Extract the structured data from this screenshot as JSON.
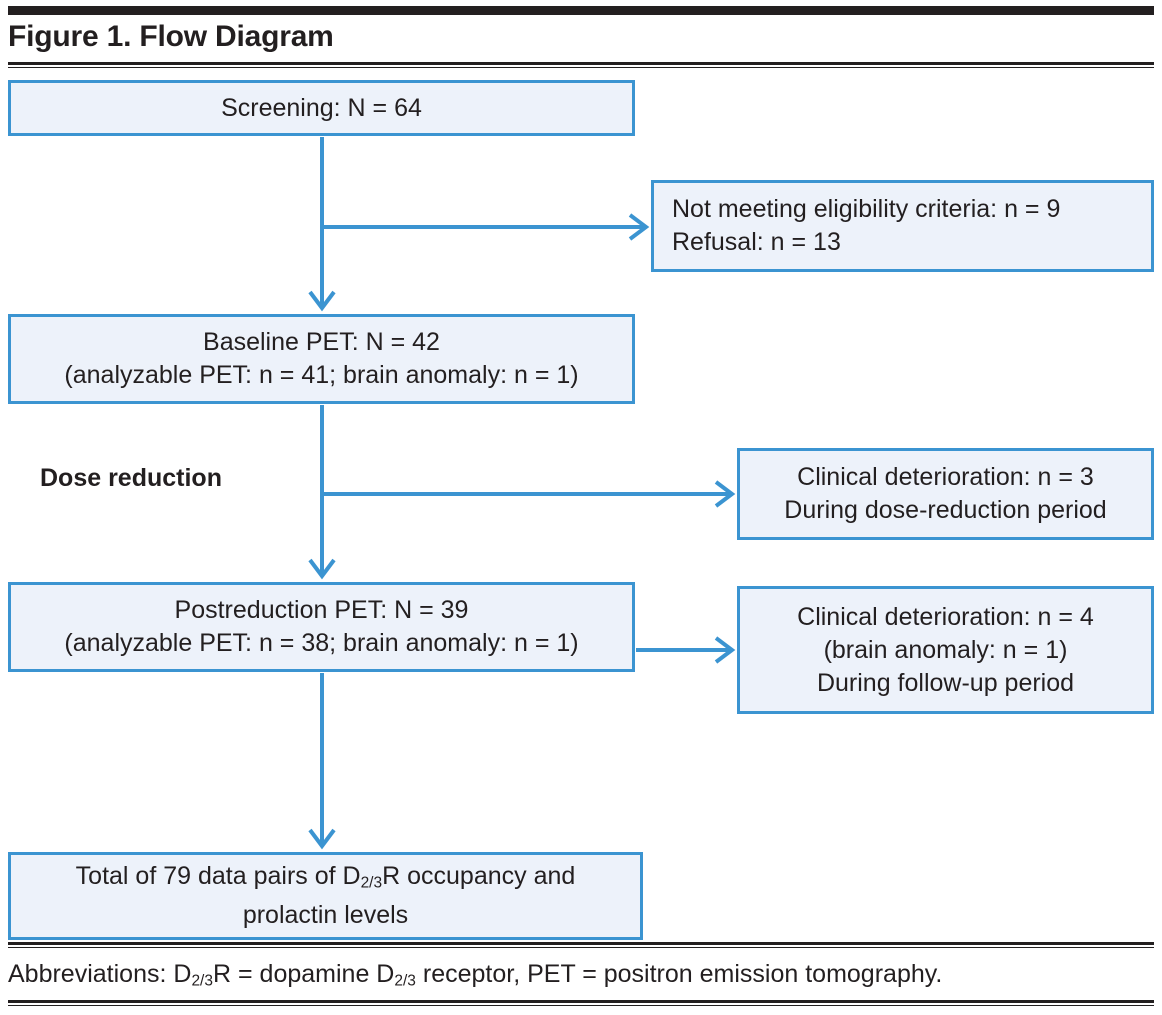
{
  "figure": {
    "title": "Figure 1. Flow Diagram",
    "abbreviations": "Abbreviations: D2/3R = dopamine D2/3 receptor, PET = positron emission tomography."
  },
  "theme": {
    "box_border": "#3b94d1",
    "box_fill": "#edf2fa",
    "connector": "#3b94d1",
    "rule": "#231f20",
    "text": "#231f20"
  },
  "flow": {
    "screening": {
      "name": "Screening",
      "lines": [
        "Screening: N = 64"
      ]
    },
    "exclusion": {
      "name": "Exclusions after screening",
      "lines": [
        "Not meeting eligibility criteria: n = 9",
        "Refusal: n = 13"
      ]
    },
    "baseline": {
      "name": "Baseline PET",
      "lines": [
        "Baseline PET: N =  42",
        "(analyzable PET: n = 41; brain anomaly: n  = 1)"
      ]
    },
    "dose_reduction_label": "Dose reduction",
    "clinical_dose_reduction": {
      "name": "Clinical deterioration during dose reduction",
      "lines": [
        "Clinical deterioration: n = 3",
        "During dose-reduction period"
      ]
    },
    "postreduction": {
      "name": "Postreduction PET",
      "lines": [
        "Postreduction PET: N = 39",
        "(analyzable PET: n = 38; brain anomaly: n  = 1)"
      ]
    },
    "clinical_followup": {
      "name": "Clinical deterioration during follow-up",
      "lines": [
        "Clinical deterioration: n = 4",
        "(brain anomaly: n = 1)",
        "During follow-up  period"
      ]
    },
    "total": {
      "name": "Total data pairs",
      "line1_pre": "Total of 79 data pairs of D",
      "line1_sub": "2/3",
      "line1_post": "R occupancy and",
      "line2": "prolactin levels"
    }
  },
  "counts": {
    "screened": 64,
    "not_meeting_eligibility": 9,
    "refusal": 13,
    "baseline_pet": 42,
    "baseline_analyzable": 41,
    "baseline_brain_anomaly": 1,
    "clinical_deterioration_dose_reduction": 3,
    "postreduction_pet": 39,
    "postreduction_analyzable": 38,
    "postreduction_brain_anomaly": 1,
    "clinical_deterioration_followup": 4,
    "followup_brain_anomaly": 1,
    "total_data_pairs": 79
  }
}
